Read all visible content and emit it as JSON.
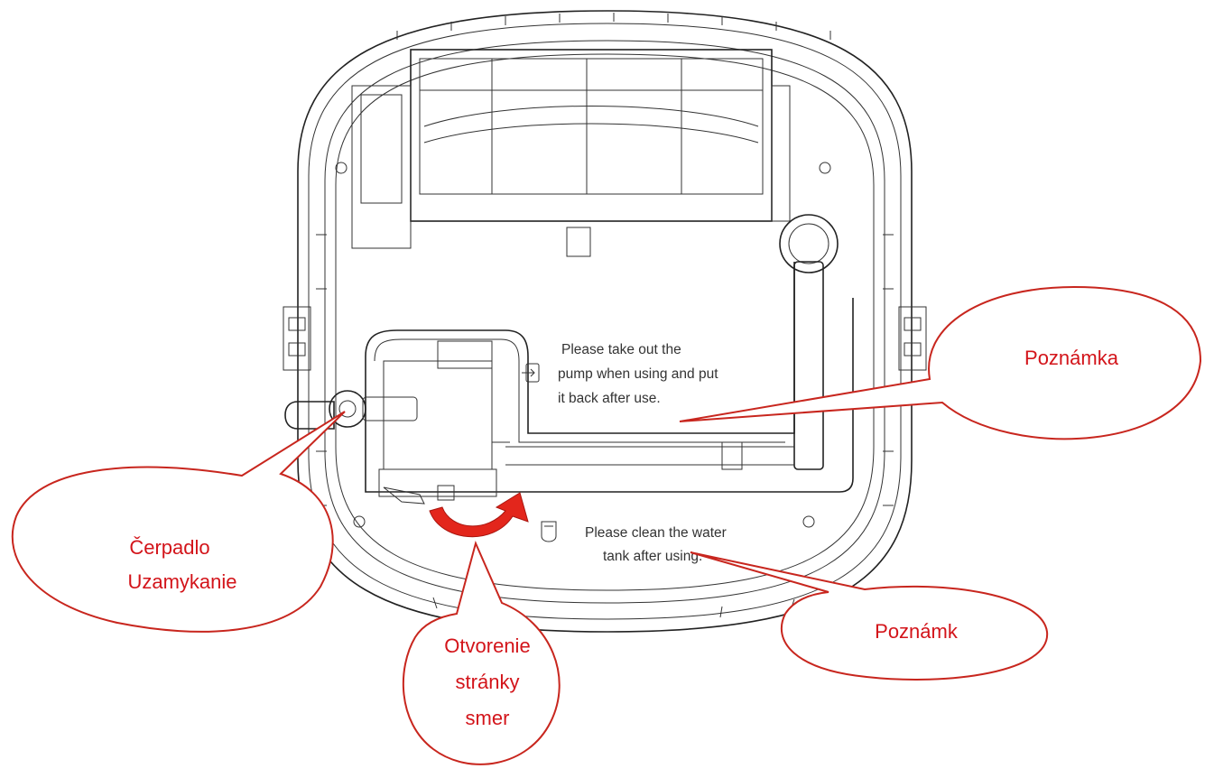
{
  "device_labels": {
    "pump_note": [
      "Please take out the",
      "pump when using and put",
      "it back after use."
    ],
    "tank_note": [
      "Please clean the water",
      "tank after using."
    ]
  },
  "callouts": {
    "note_top": "Poznámka",
    "pump_lock": [
      "Čerpadlo",
      "Uzamykanie"
    ],
    "open_direction": [
      "Otvorenie",
      "stránky",
      "smer"
    ],
    "note_bottom": "Poznámk"
  },
  "colors": {
    "callout_text": "#d3141a",
    "callout_border": "#c8261e",
    "arrow": "#e3261c",
    "line_art": "#222222"
  }
}
